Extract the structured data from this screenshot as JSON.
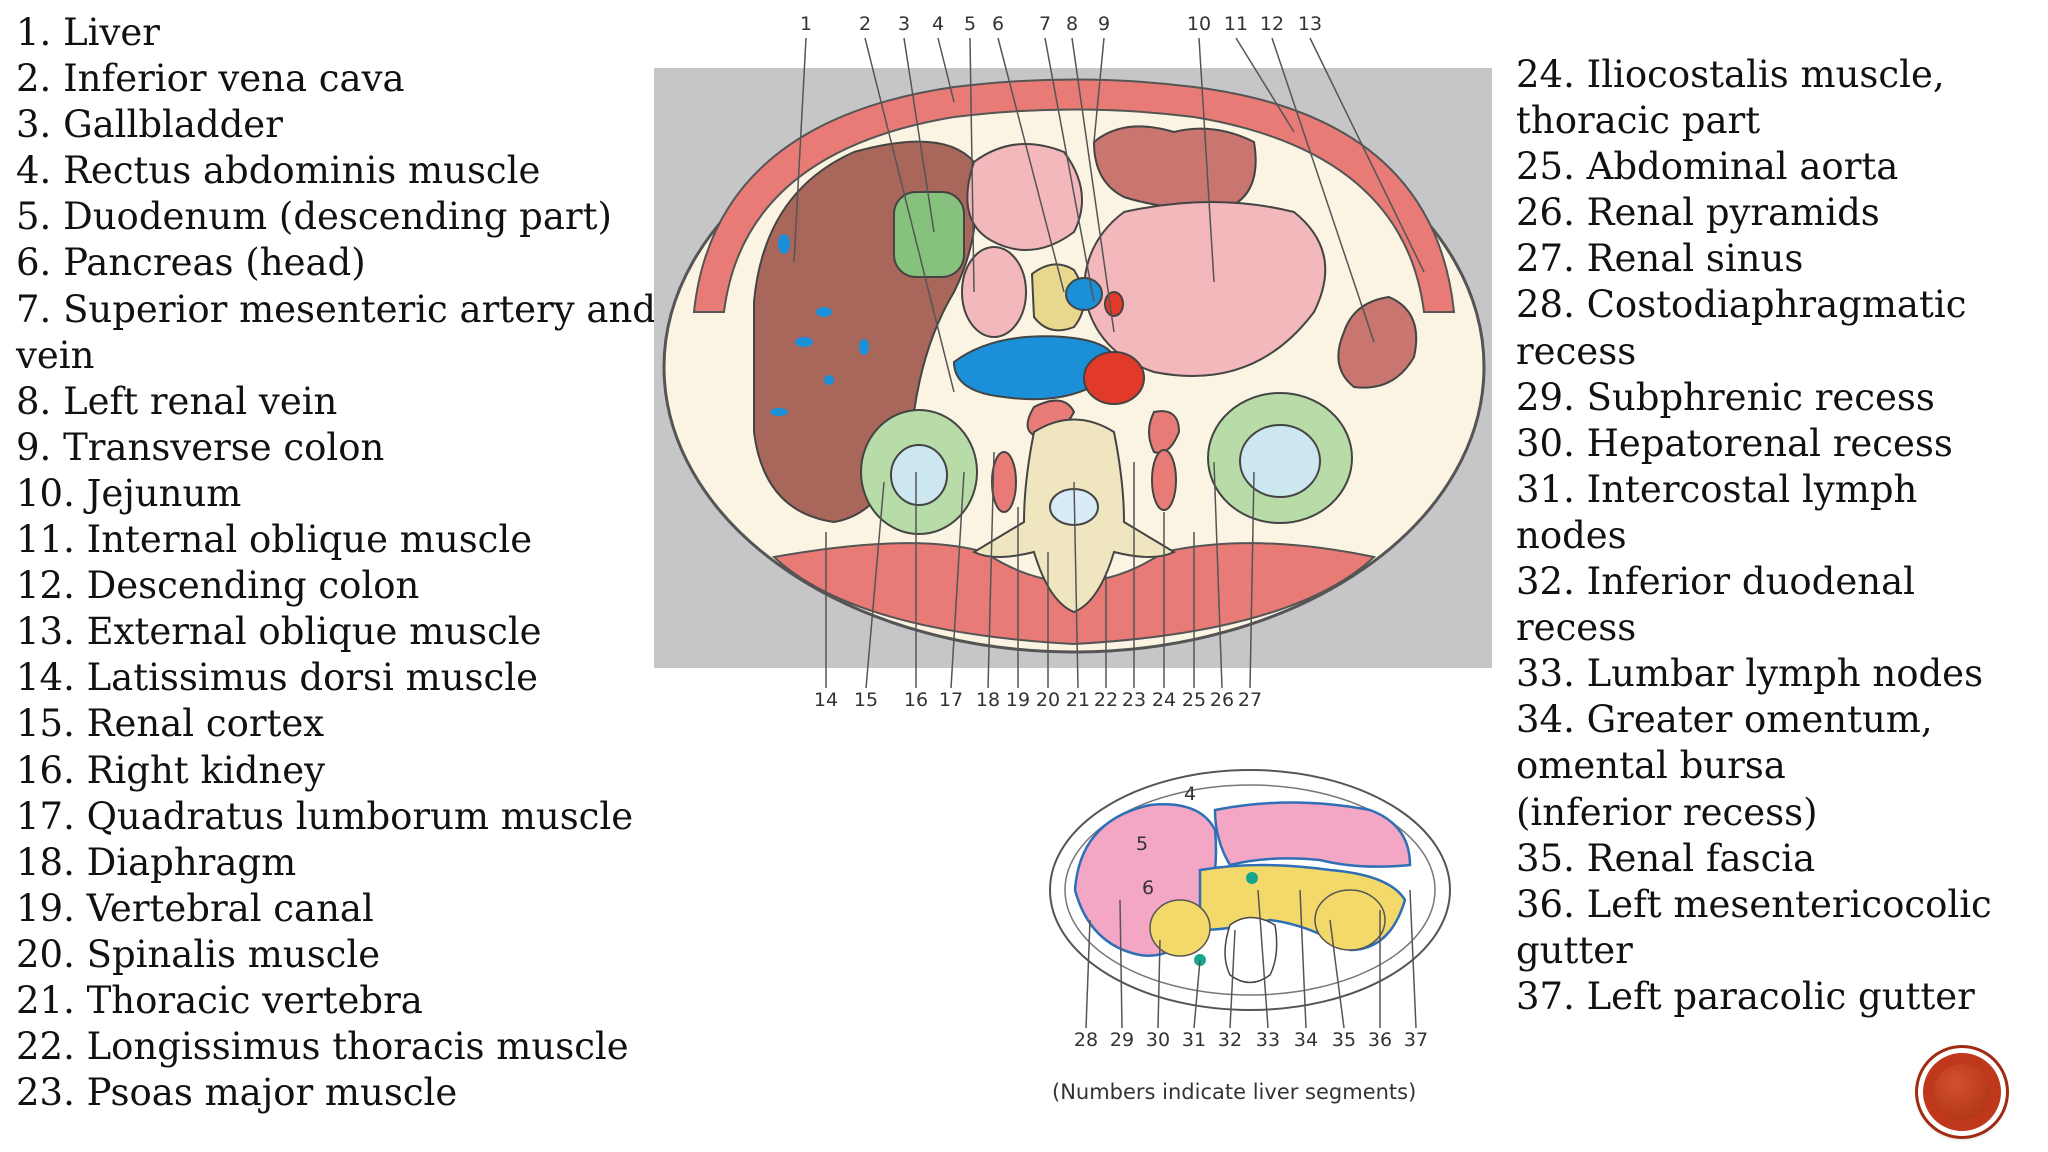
{
  "legend_left": [
    "1. Liver",
    "2. Inferior vena cava",
    "3. Gallbladder",
    "4. Rectus abdominis muscle",
    "5. Duodenum (descending part)",
    "6. Pancreas (head)",
    "7. Superior mesenteric artery and",
    "vein",
    "8. Left renal vein",
    "9. Transverse colon",
    "10. Jejunum",
    "11. Internal oblique muscle",
    "12. Descending colon",
    "13. External oblique muscle",
    "14. Latissimus dorsi muscle",
    "15. Renal cortex",
    "16. Right kidney",
    "17. Quadratus lumborum muscle",
    "18. Diaphragm",
    "19. Vertebral canal",
    "20. Spinalis muscle",
    "21. Thoracic vertebra",
    "22. Longissimus thoracis muscle",
    "23. Psoas major muscle"
  ],
  "legend_right": [
    "24. Iliocostalis muscle,",
    "thoracic part",
    "25. Abdominal aorta",
    "26. Renal pyramids",
    "27. Renal sinus",
    "28. Costodiaphragmatic",
    "recess",
    "29. Subphrenic recess",
    "30. Hepatorenal recess",
    "31. Intercostal lymph",
    "nodes",
    "32. Inferior duodenal",
    "recess",
    "33. Lumbar lymph nodes",
    "34. Greater omentum,",
    "omental bursa",
    "(inferior recess)",
    "35. Renal fascia",
    "36. Left mesentericocolic",
    "gutter",
    "37. Left paracolic gutter"
  ],
  "figure_main": {
    "top_numbers": [
      "1",
      "2",
      "3",
      "4",
      "5",
      "6",
      "7",
      "8",
      "9",
      "10",
      "11",
      "12",
      "13"
    ],
    "bottom_numbers": [
      "14",
      "15",
      "16",
      "17",
      "18",
      "19",
      "20",
      "21",
      "22",
      "23",
      "24",
      "25",
      "26",
      "27"
    ]
  },
  "figure_inset": {
    "bottom_numbers": [
      "28",
      "29",
      "30",
      "31",
      "32",
      "33",
      "34",
      "35",
      "36",
      "37"
    ],
    "segment_labels": [
      "4",
      "5",
      "6"
    ],
    "caption": "(Numbers indicate liver segments)"
  },
  "colors": {
    "muscle": "#e87b76",
    "liver": "#a8675a",
    "vein_blue": "#1b8fd8",
    "artery_red": "#e23a2a",
    "gallbladder_green": "#86c27e",
    "kidney_green": "#b7dca8",
    "bowel_pink": "#f2b8bc",
    "fat_cream": "#fbf4e3",
    "frame_gray": "#c6c6c8",
    "nav_button": "#c0381c"
  }
}
